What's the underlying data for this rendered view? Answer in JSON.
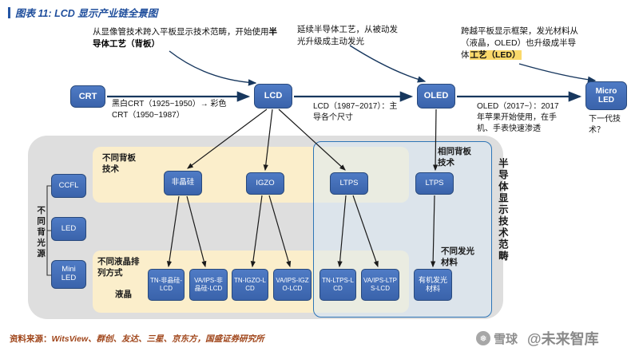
{
  "figure": {
    "title": "图表 11: LCD 显示产业链全景图",
    "source_label": "资料来源：",
    "source_text": "WitsView、群创、友达、三星、京东方，国盛证券研究所"
  },
  "annotations": {
    "crt_to_lcd": {
      "text": "从显像管技术跨入平板显示技术范畴，开始使用",
      "emph": "半导体工艺（背板）"
    },
    "lcd_to_oled": {
      "text": "延续半导体工艺，从被动发光升级成主动发光"
    },
    "oled_to_microled": {
      "text": "跨越平板显示框架，发光材料从（液晶，OLED）也升级成半导体",
      "emph": "工艺（LED）"
    }
  },
  "timeline": {
    "nodes": [
      "CRT",
      "LCD",
      "OLED",
      "Micro LED"
    ],
    "transitions": [
      "黑白CRT（1925~1950）→ 彩色CRT（1950~1987）",
      "LCD（1987~2017）：主导各个尺寸",
      "OLED（2017~）：2017年苹果开始使用，在手机、手表快速渗透"
    ],
    "next_gen": "下一代技术？"
  },
  "backlight": {
    "label": "不同背光源",
    "items": [
      "CCFL",
      "LED",
      "Mini LED"
    ]
  },
  "backplane": {
    "label": "不同背板技术",
    "items": [
      "非晶硅",
      "IGZO",
      "LTPS"
    ],
    "same_label": "相同背板技术",
    "oled_backplane": "LTPS"
  },
  "liquid_crystal": {
    "label": "不同液晶排列方式",
    "sub_label": "液晶",
    "items": [
      "TN-非晶硅-LCD",
      "VA/IPS-非晶硅-LCD",
      "TN-IGZO-LCD",
      "VA/IPS-IGZO-LCD",
      "TN-LTPS-LCD",
      "VA/IPS-LTPS-LCD"
    ]
  },
  "emitter": {
    "label": "不同发光材料",
    "item": "有机发光材料"
  },
  "scope_label": "半导体显示技术范畴",
  "watermark": {
    "logo_glyph": "❅",
    "logo_text": "雪球",
    "handle": "@未来智库"
  },
  "colors": {
    "node_blue": "#3f6bb6",
    "region_gray": "#dedede",
    "region_yellow": "#fbeecb",
    "region_blue_border": "#2e75b6",
    "arrow_navy": "#17375e",
    "title_blue": "#1f4e9c",
    "source_brown": "#a0461b",
    "highlight_yellow": "#fad96b"
  }
}
